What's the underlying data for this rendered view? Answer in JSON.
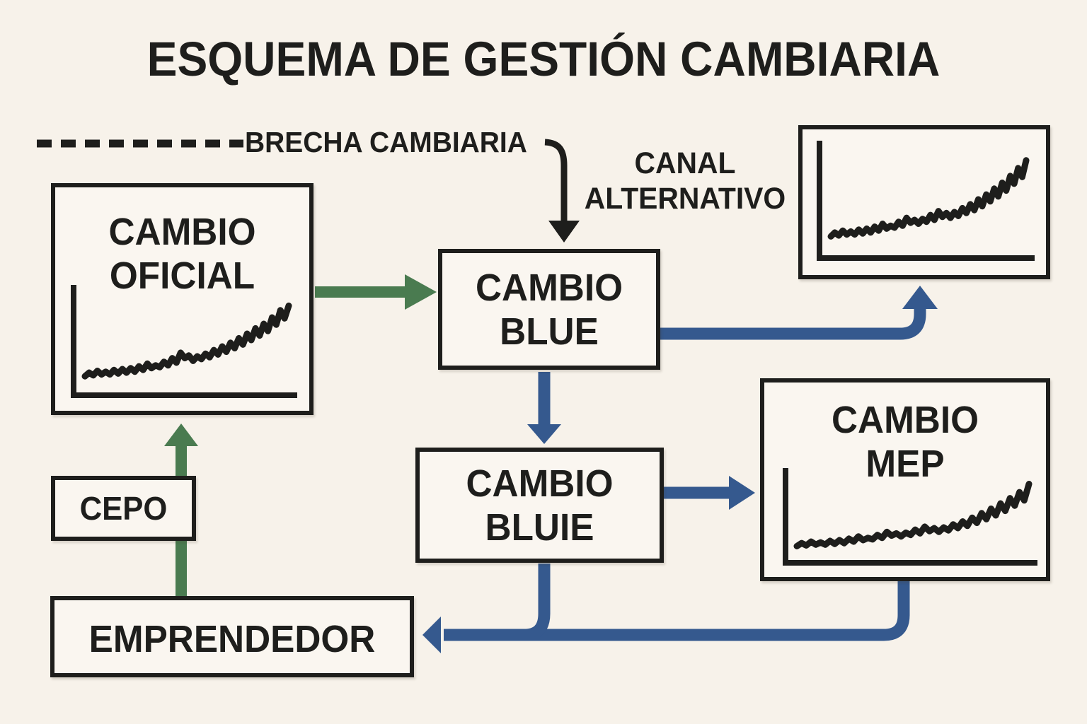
{
  "title": "ESQUEMA DE GESTIÓN CAMBIARIA",
  "colors": {
    "background": "#F7F2EA",
    "box_fill": "#FAF6F0",
    "ink": "#1E1E1C",
    "green": "#4A7B50",
    "blue": "#35598E"
  },
  "labels": {
    "brecha": "BRECHA CAMBIARIA",
    "canal_line1": "CANAL",
    "canal_line2": "ALTERNATIVO"
  },
  "boxes": {
    "cambio_oficial": {
      "line1": "CAMBIO",
      "line2": "OFICIAL"
    },
    "cambio_blue": {
      "line1": "CAMBIO",
      "line2": "BLUE"
    },
    "cambio_blue_2": {
      "line1": "CAMBIO",
      "line2": "BLUIE"
    },
    "cambio_mep": {
      "line1": "CAMBIO",
      "line2": "MEP"
    },
    "cepo": {
      "label": "CEPO"
    },
    "emprendedor": {
      "label": "EMPRENDEDOR"
    }
  },
  "charts": {
    "oficial": {
      "type": "line",
      "trend": "rising-jagged",
      "values": [
        10,
        14,
        11,
        16,
        12,
        15,
        12,
        17,
        13,
        18,
        14,
        19,
        15,
        21,
        17,
        24,
        19,
        22,
        20,
        26,
        22,
        30,
        25,
        36,
        30,
        33,
        27,
        32,
        29,
        35,
        31,
        39,
        34,
        43,
        37,
        47,
        41,
        52,
        45,
        57,
        50,
        63,
        55,
        68,
        60,
        75,
        67,
        83,
        74,
        88
      ]
    },
    "alternativo": {
      "type": "line",
      "trend": "rising-jagged",
      "values": [
        12,
        16,
        13,
        18,
        14,
        17,
        14,
        19,
        15,
        20,
        16,
        22,
        18,
        25,
        20,
        23,
        21,
        27,
        23,
        31,
        26,
        29,
        25,
        30,
        27,
        34,
        29,
        38,
        32,
        36,
        31,
        37,
        33,
        41,
        36,
        45,
        39,
        50,
        43,
        55,
        48,
        61,
        53,
        67,
        59,
        74,
        66,
        82,
        73,
        90
      ]
    },
    "mep": {
      "type": "line",
      "trend": "rising-jagged",
      "values": [
        9,
        13,
        10,
        15,
        11,
        14,
        11,
        16,
        12,
        17,
        13,
        19,
        15,
        22,
        17,
        20,
        18,
        24,
        20,
        28,
        23,
        26,
        22,
        27,
        24,
        31,
        26,
        35,
        29,
        33,
        28,
        34,
        30,
        38,
        33,
        42,
        36,
        47,
        40,
        53,
        45,
        59,
        50,
        66,
        56,
        73,
        63,
        81,
        70,
        92
      ]
    }
  },
  "edges": [
    {
      "from": "cambio_oficial",
      "to": "cambio_blue",
      "color": "green"
    },
    {
      "from": "emprendedor",
      "to": "cambio_oficial",
      "through": "cepo",
      "color": "green"
    },
    {
      "from": "brecha_cambiaria",
      "to": "cambio_blue",
      "color": "black"
    },
    {
      "from": "cambio_blue",
      "to": "canal_alternativo_chart",
      "color": "blue"
    },
    {
      "from": "cambio_blue",
      "to": "cambio_blue_2",
      "color": "blue"
    },
    {
      "from": "cambio_blue_2",
      "to": "cambio_mep",
      "color": "blue"
    },
    {
      "from": "cambio_mep",
      "to": "emprendedor",
      "color": "blue"
    },
    {
      "from": "cambio_blue_2",
      "to": "emprendedor",
      "color": "blue"
    }
  ]
}
